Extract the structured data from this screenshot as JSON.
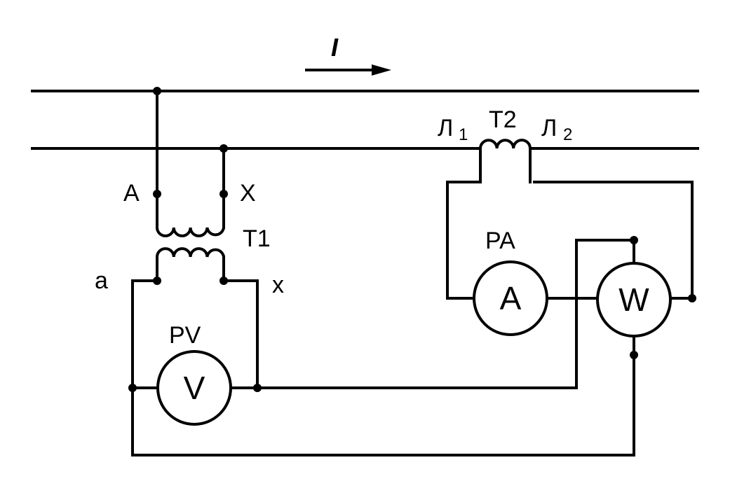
{
  "current_label": "I",
  "transformer_voltage": {
    "name": "T1",
    "primary_terminals": [
      "A",
      "X"
    ],
    "secondary_terminals": [
      "a",
      "x"
    ]
  },
  "transformer_current": {
    "name": "T2",
    "terminal_1": {
      "letter": "Л",
      "index": "1"
    },
    "terminal_2": {
      "letter": "Л",
      "index": "2"
    }
  },
  "meters": {
    "voltmeter": {
      "name": "PV",
      "symbol": "V"
    },
    "ammeter": {
      "name": "PA",
      "symbol": "A"
    },
    "wattmeter": {
      "symbol": "W"
    }
  }
}
